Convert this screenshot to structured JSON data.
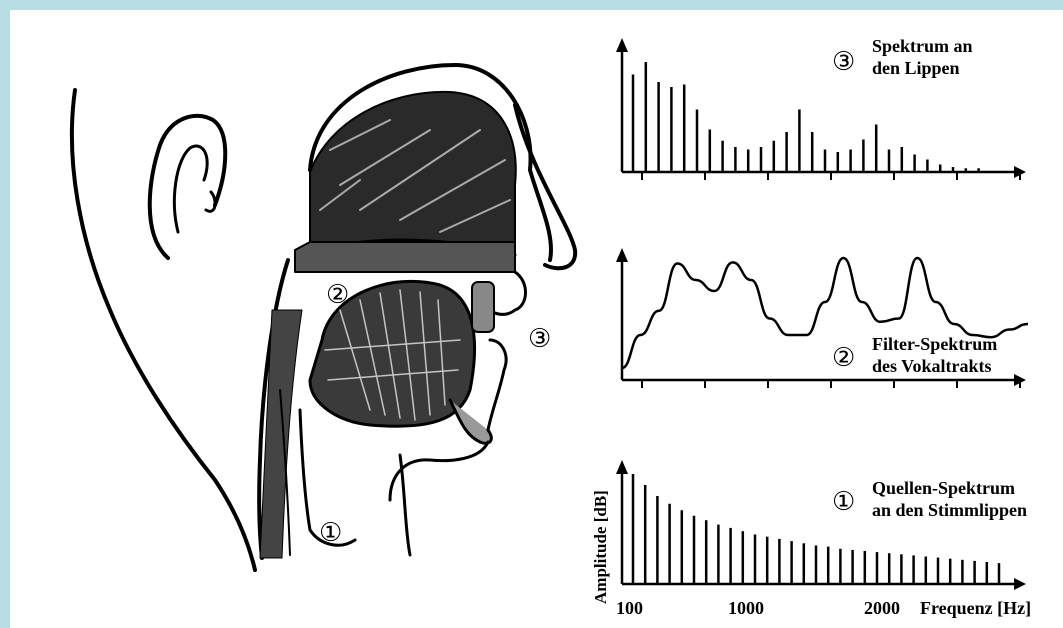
{
  "colors": {
    "frame": "#b7dde3",
    "paper": "#ffffff",
    "ink": "#000000"
  },
  "markers": {
    "source": "①",
    "filter": "②",
    "lips": "③"
  },
  "panels": {
    "top": {
      "marker": "③",
      "line1": "Spektrum an",
      "line2": "den Lippen"
    },
    "middle": {
      "marker": "②",
      "line1": "Filter-Spektrum",
      "line2": "des Vokaltrakts"
    },
    "bottom": {
      "marker": "①",
      "line1": "Quellen-Spektrum",
      "line2": "an den Stimmlippen",
      "ylabel": "Amplitude [dB]",
      "xlabel": "Frequenz [Hz]",
      "xticks": [
        "100",
        "1000",
        "2000"
      ]
    }
  },
  "chart_data": [
    {
      "type": "bar",
      "id": "lips-spectrum",
      "values": [
        78,
        88,
        72,
        68,
        70,
        50,
        34,
        25,
        20,
        18,
        20,
        25,
        32,
        50,
        32,
        18,
        16,
        18,
        26,
        38,
        18,
        20,
        14,
        10,
        6,
        4,
        3,
        3
      ]
    },
    {
      "type": "line",
      "id": "filter-spectrum",
      "y": [
        0,
        30,
        52,
        95,
        80,
        70,
        96,
        80,
        45,
        30,
        30,
        60,
        100,
        60,
        42,
        45,
        100,
        60,
        40,
        30,
        28,
        35,
        40
      ]
    },
    {
      "type": "bar",
      "id": "source-spectrum",
      "values": [
        100,
        90,
        80,
        73,
        67,
        62,
        58,
        54,
        51,
        48,
        45,
        43,
        41,
        39,
        37,
        35,
        34,
        32,
        31,
        30,
        29,
        28,
        27,
        26,
        25,
        24,
        23,
        22,
        21,
        20,
        19
      ]
    }
  ]
}
